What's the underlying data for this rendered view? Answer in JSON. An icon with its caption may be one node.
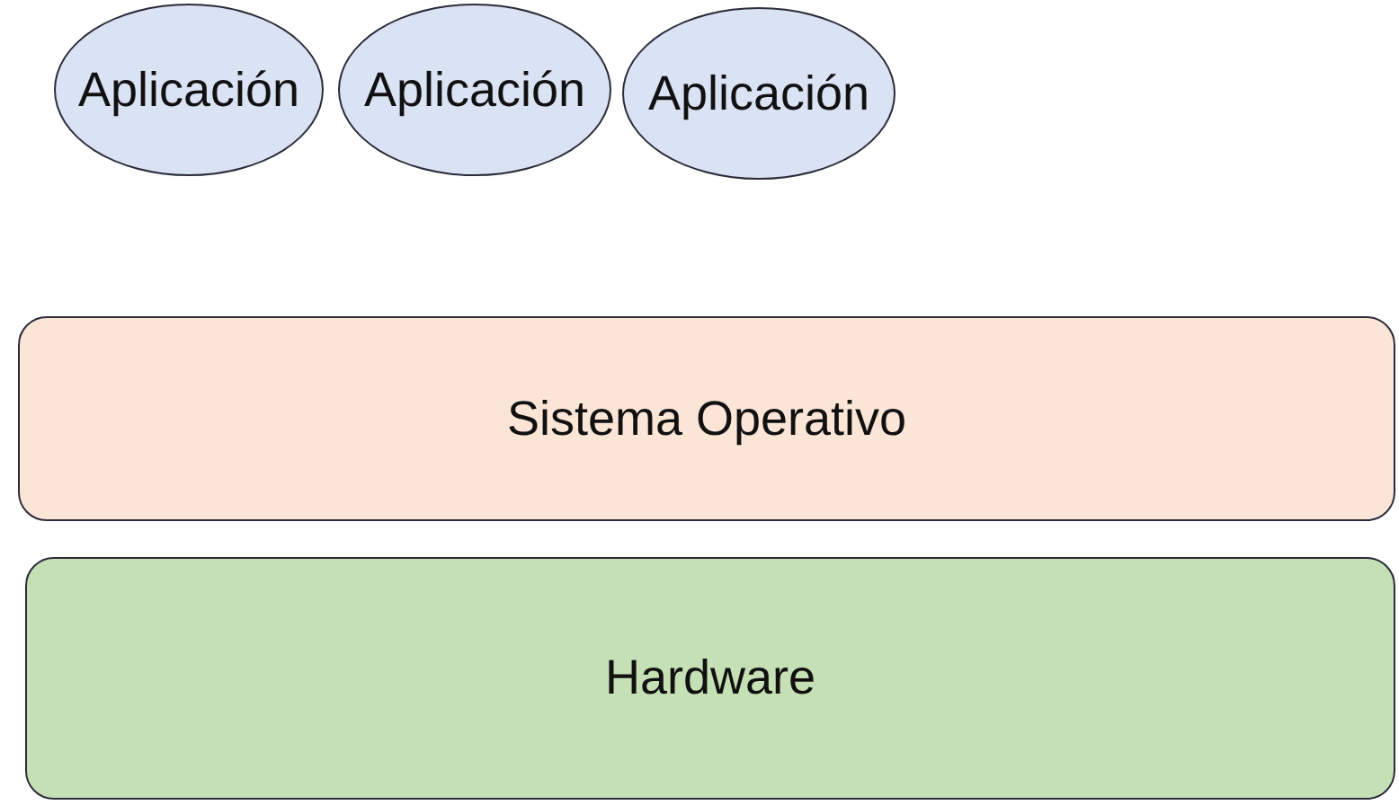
{
  "diagram": {
    "nodes": [
      {
        "text": [
          "Aplicación"
        ]
      },
      {
        "text": [
          "Aplicación"
        ]
      },
      {
        "text": [
          "Aplicación"
        ]
      },
      {
        "text": [
          "Sistema Operativo"
        ]
      },
      {
        "text": [
          "Hardware"
        ]
      }
    ]
  }
}
